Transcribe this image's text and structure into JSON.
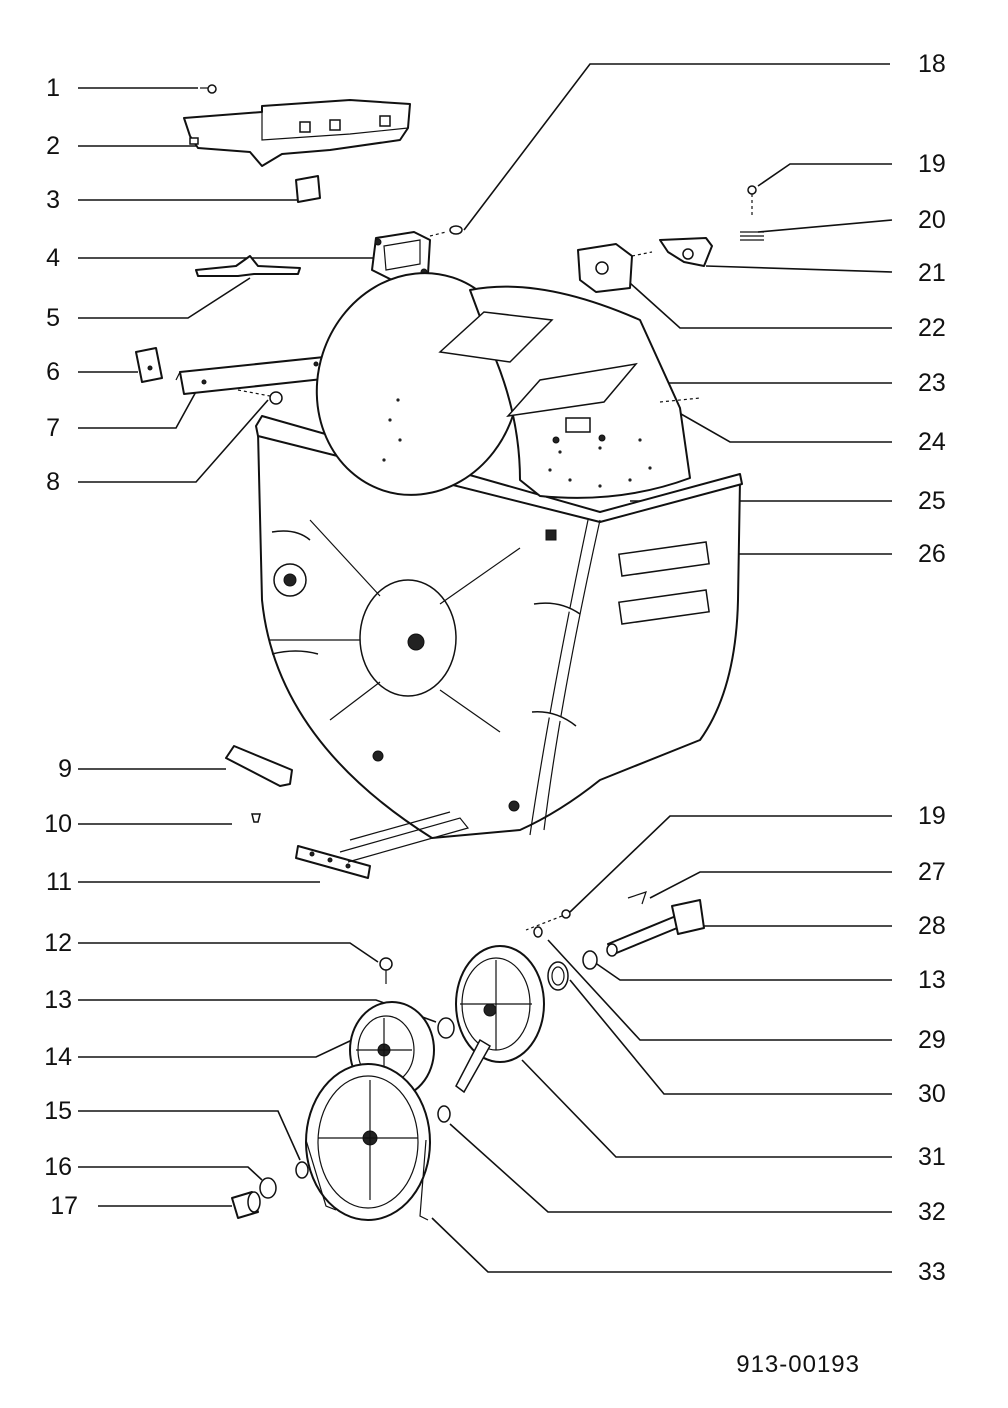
{
  "diagram": {
    "reference_number": "913-00193",
    "callouts": [
      {
        "id": "c1",
        "label": "1"
      },
      {
        "id": "c2",
        "label": "2"
      },
      {
        "id": "c3",
        "label": "3"
      },
      {
        "id": "c4",
        "label": "4"
      },
      {
        "id": "c5",
        "label": "5"
      },
      {
        "id": "c6",
        "label": "6"
      },
      {
        "id": "c7",
        "label": "7"
      },
      {
        "id": "c8",
        "label": "8"
      },
      {
        "id": "c9",
        "label": "9"
      },
      {
        "id": "c10",
        "label": "10"
      },
      {
        "id": "c11",
        "label": "11"
      },
      {
        "id": "c12",
        "label": "12"
      },
      {
        "id": "c13a",
        "label": "13"
      },
      {
        "id": "c14",
        "label": "14"
      },
      {
        "id": "c15",
        "label": "15"
      },
      {
        "id": "c16",
        "label": "16"
      },
      {
        "id": "c17",
        "label": "17"
      },
      {
        "id": "c18",
        "label": "18"
      },
      {
        "id": "c19a",
        "label": "19"
      },
      {
        "id": "c20",
        "label": "20"
      },
      {
        "id": "c21",
        "label": "21"
      },
      {
        "id": "c22",
        "label": "22"
      },
      {
        "id": "c23",
        "label": "23"
      },
      {
        "id": "c24",
        "label": "24"
      },
      {
        "id": "c25",
        "label": "25"
      },
      {
        "id": "c26",
        "label": "26"
      },
      {
        "id": "c19b",
        "label": "19"
      },
      {
        "id": "c27",
        "label": "27"
      },
      {
        "id": "c28",
        "label": "28"
      },
      {
        "id": "c13b",
        "label": "13"
      },
      {
        "id": "c29",
        "label": "29"
      },
      {
        "id": "c30",
        "label": "30"
      },
      {
        "id": "c31",
        "label": "31"
      },
      {
        "id": "c32",
        "label": "32"
      },
      {
        "id": "c33",
        "label": "33"
      }
    ]
  }
}
